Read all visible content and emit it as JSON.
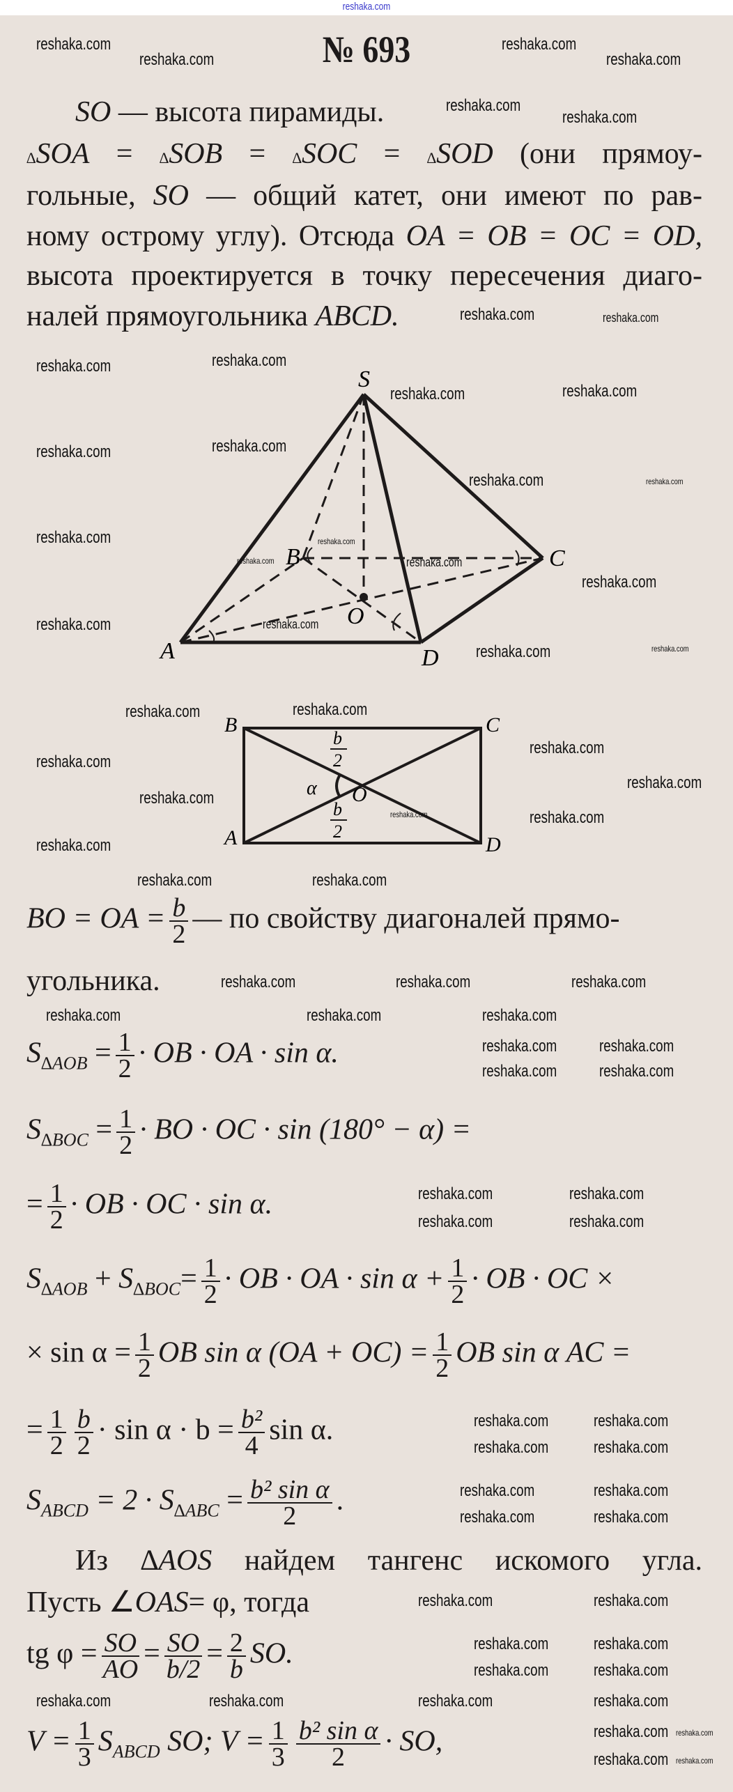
{
  "top_link": "reshaka.com",
  "watermark": "reshaka.com",
  "title": "№ 693",
  "p1": {
    "a": "SO",
    "b": " — высота пирамиды."
  },
  "p2": {
    "t1": "SOA",
    "t2": "SOB",
    "t3": "SOC",
    "t4": "SOD",
    "eq": "=",
    "tri": "∆",
    "rest": "(они прямоу-"
  },
  "p3": {
    "a": "гольные,",
    "b": "SO",
    "c": "— общий катет, они имеют по рав-"
  },
  "p4": {
    "a": "ному острому углу). Отсюда",
    "b": "OA = OB = OC = OD,"
  },
  "p5": "высота проектируется в точку пересечения диаго-",
  "p6": {
    "a": "налей прямоугольника",
    "b": "ABCD."
  },
  "pyramid": {
    "S": "S",
    "A": "A",
    "B": "B",
    "C": "C",
    "D": "D",
    "O": "O"
  },
  "rect": {
    "A": "A",
    "B": "B",
    "C": "C",
    "D": "D",
    "O": "O",
    "alpha": "α",
    "b": "b",
    "two": "2"
  },
  "l1": {
    "a": "BO = OA =",
    "num": "b",
    "den": "2",
    "b": "— по свойству диагоналей прямо-"
  },
  "l2": "угольника.",
  "l3": {
    "S": "S",
    "sub": "∆AOB",
    "eq": "=",
    "num": "1",
    "den": "2",
    "rest": "· OB · OA · sin α."
  },
  "l4": {
    "S": "S",
    "sub": "∆BOC",
    "eq": "=",
    "num": "1",
    "den": "2",
    "rest": "· BO · OC · sin (180° − α) ="
  },
  "l5": {
    "eq": "=",
    "num": "1",
    "den": "2",
    "rest": "· OB · OC · sin α."
  },
  "l6": {
    "S1": "S",
    "sub1": "∆AOB",
    "plus": "+",
    "S2": "S",
    "sub2": "∆BOC",
    "eq": "=",
    "num": "1",
    "den": "2",
    "mid": "· OB · OA · sin α +",
    "num2": "1",
    "den2": "2",
    "rest": "· OB · OC ×"
  },
  "l7": {
    "a": "× sin α =",
    "num": "1",
    "den": "2",
    "b": "OB sin α (OA + OC) =",
    "num2": "1",
    "den2": "2",
    "c": "OB sin α AC ="
  },
  "l8": {
    "eq": "=",
    "n1": "1",
    "d1": "2",
    "n2": "b",
    "d2": "2",
    "mid": "· sin α · b =",
    "n3": "b²",
    "d3": "4",
    "rest": "sin α."
  },
  "l9": {
    "S": "S",
    "sub": "ABCD",
    "mid": "= 2 · S",
    "sub2": "∆ABC",
    "eq": "=",
    "num": "b² sin α",
    "den": "2",
    "dot": "."
  },
  "l10": {
    "a": "Из ∆",
    "b": "AOS",
    "c": "найдем тангенс искомого угла."
  },
  "l11": {
    "a": "Пусть ∠",
    "b": "OAS",
    "c": "= φ, тогда"
  },
  "l12": {
    "a": "tg φ =",
    "n1": "SO",
    "d1": "AO",
    "eq": "=",
    "n2": "SO",
    "d2": "b/2",
    "eq2": "=",
    "n3": "2",
    "d3": "b",
    "c": "SO."
  },
  "l13": {
    "a": "V =",
    "n1": "1",
    "d1": "3",
    "b": "S",
    "sub": "ABCD",
    "c": "SO;  V =",
    "n2": "1",
    "d2": "3",
    "n3": "b² sin α",
    "d3": "2",
    "d": "· SO,"
  }
}
